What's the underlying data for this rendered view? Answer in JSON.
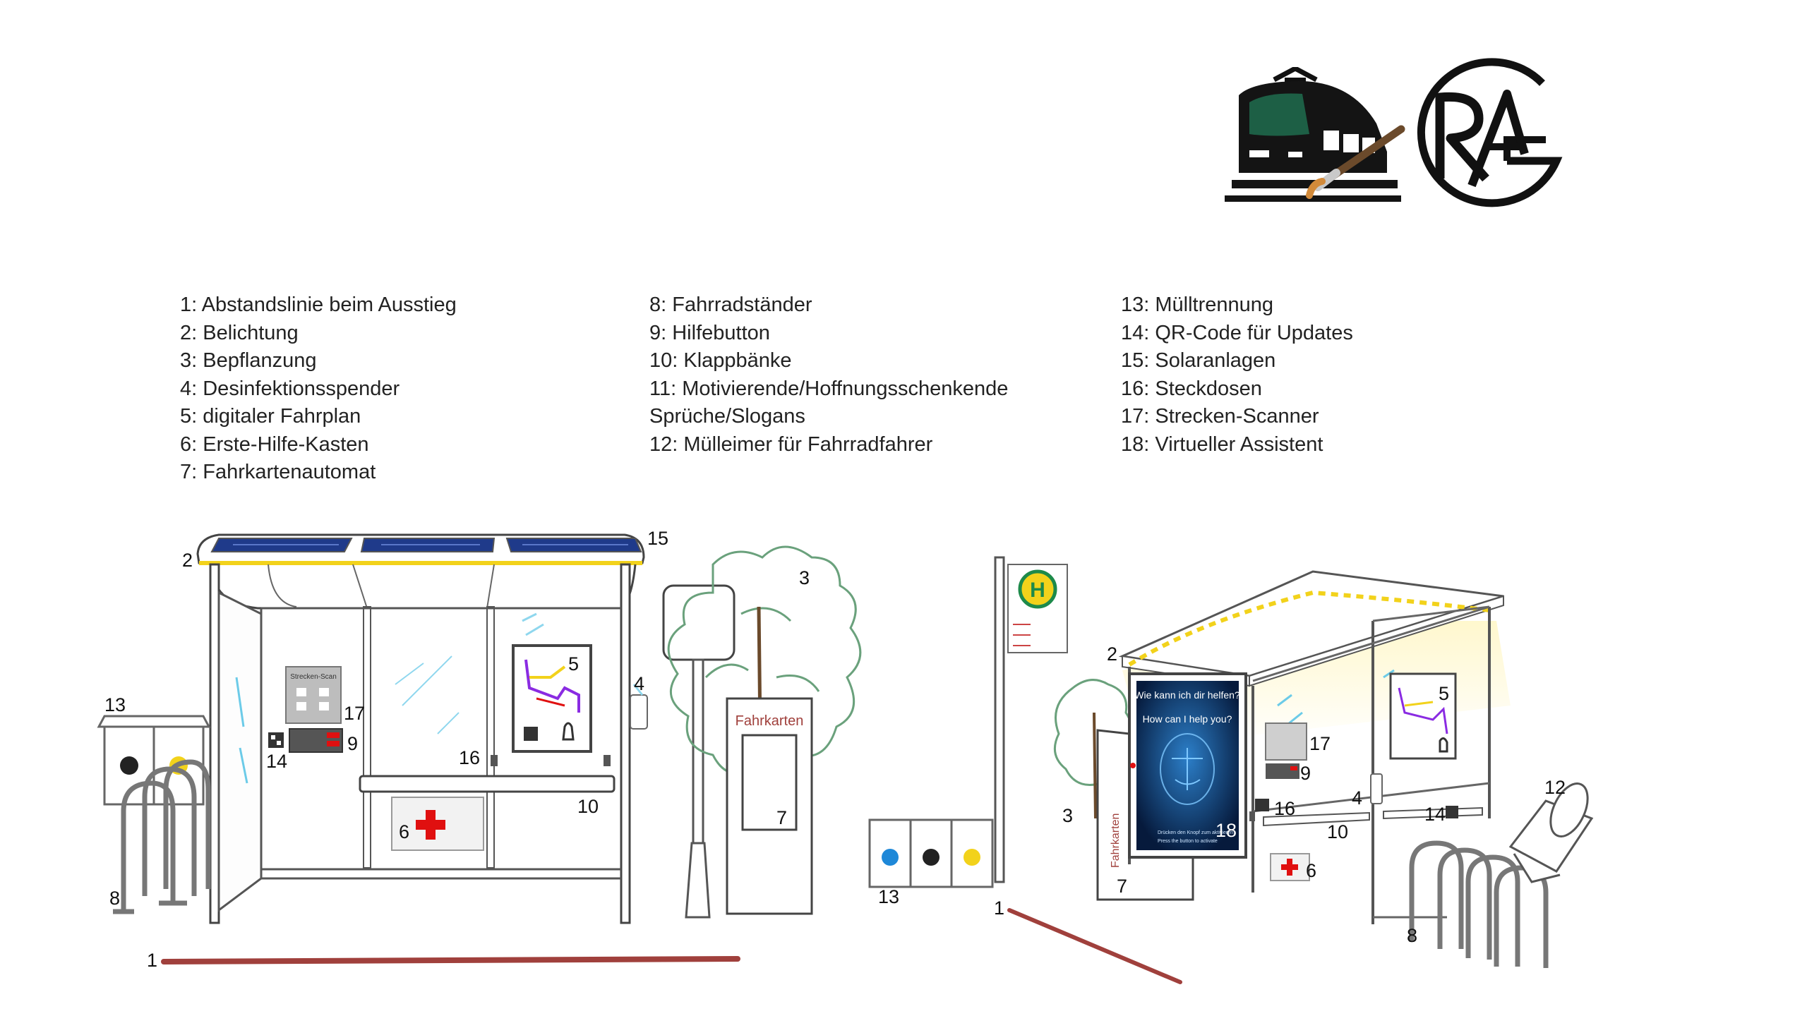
{
  "legend": {
    "col1": [
      "1: Abstandslinie beim Ausstieg",
      "2: Belichtung",
      "3: Bepflanzung",
      "4: Desinfektionsspender",
      "5: digitaler Fahrplan",
      "6: Erste-Hilfe-Kasten",
      "7: Fahrkartenautomat"
    ],
    "col2": [
      "8: Fahrradständer",
      "9: Hilfebutton",
      "10: Klappbänke",
      "11: Motivierende/Hoffnungsschenkende Sprüche/Slogans",
      "12: Mülleimer für Fahrradfahrer"
    ],
    "col3": [
      "13: Mülltrennung",
      "14: QR-Code für Updates",
      "15: Solaranlagen",
      "16: Steckdosen",
      "17: Strecken-Scanner",
      "18: Virtueller Assistent"
    ]
  },
  "logos": {
    "rag_letters": "RAG",
    "stop_sign_letter": "H"
  },
  "scene1": {
    "ticket_label": "Fahrkarten",
    "scanner_label": "Strecken-Scan",
    "markers": {
      "m1": "1",
      "m2": "2",
      "m3": "3",
      "m4": "4",
      "m5": "5",
      "m6": "6",
      "m7": "7",
      "m8": "8",
      "m9": "9",
      "m10": "10",
      "m13": "13",
      "m14": "14",
      "m15": "15",
      "m16": "16",
      "m17": "17"
    }
  },
  "scene2": {
    "assistant_de": "Wie kann ich dir helfen?",
    "assistant_en": "How can I help you?",
    "assistant_hint_de": "Drücken den Knopf zum aktivieren",
    "assistant_hint_en": "Press the button to activate",
    "ticket_label": "Fahrkarten",
    "markers": {
      "m1": "1",
      "m2": "2",
      "m3": "3",
      "m4": "4",
      "m5": "5",
      "m6": "6",
      "m7": "7",
      "m8": "8",
      "m9": "9",
      "m10": "10",
      "m12": "12",
      "m13": "13",
      "m14": "14",
      "m16": "16",
      "m17": "17",
      "m18": "18"
    }
  },
  "colors": {
    "distance_line": "#a0403c",
    "solar_panel": "#1f3a8a",
    "first_aid_red": "#e01010",
    "assistant_screen": "#0a2a5c",
    "timetable_purple": "#8a2be2",
    "timetable_yellow": "#f2d21b",
    "light_glow": "#fff3b0"
  }
}
